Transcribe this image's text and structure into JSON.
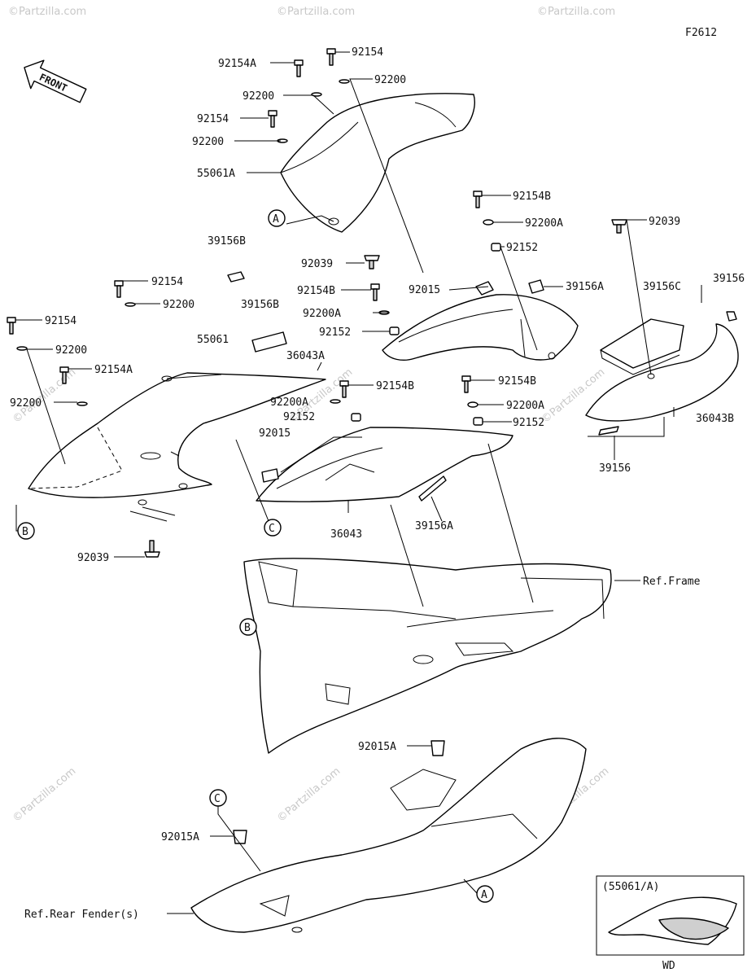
{
  "figure_code": "F2612",
  "front_label": "FRONT",
  "watermark": "©Partzilla.com",
  "inset": {
    "title": "(55061/A)",
    "caption": "WD"
  },
  "callouts": [
    {
      "id": "c1",
      "text": "92154A"
    },
    {
      "id": "c2",
      "text": "92154"
    },
    {
      "id": "c3",
      "text": "92200"
    },
    {
      "id": "c4",
      "text": "92200"
    },
    {
      "id": "c5",
      "text": "92154"
    },
    {
      "id": "c6",
      "text": "92200"
    },
    {
      "id": "c7",
      "text": "55061A"
    },
    {
      "id": "c8",
      "text": "A"
    },
    {
      "id": "c9",
      "text": "39156B"
    },
    {
      "id": "c10",
      "text": "92039"
    },
    {
      "id": "c11",
      "text": "92154B"
    },
    {
      "id": "c12",
      "text": "92200A"
    },
    {
      "id": "c13",
      "text": "92152"
    },
    {
      "id": "c14",
      "text": "92039"
    },
    {
      "id": "c15",
      "text": "92154B"
    },
    {
      "id": "c16",
      "text": "92015"
    },
    {
      "id": "c17",
      "text": "39156A"
    },
    {
      "id": "c18",
      "text": "39156C"
    },
    {
      "id": "c19",
      "text": "39156"
    },
    {
      "id": "c20",
      "text": "92154"
    },
    {
      "id": "c21",
      "text": "92200"
    },
    {
      "id": "c22",
      "text": "39156B"
    },
    {
      "id": "c23",
      "text": "92200A"
    },
    {
      "id": "c24",
      "text": "92152"
    },
    {
      "id": "c25",
      "text": "92154"
    },
    {
      "id": "c26",
      "text": "92200"
    },
    {
      "id": "c27",
      "text": "55061"
    },
    {
      "id": "c28",
      "text": "36043A"
    },
    {
      "id": "c29",
      "text": "92154A"
    },
    {
      "id": "c30",
      "text": "92154B"
    },
    {
      "id": "c31",
      "text": "92154B"
    },
    {
      "id": "c32",
      "text": "92200A"
    },
    {
      "id": "c33",
      "text": "92152"
    },
    {
      "id": "c34",
      "text": "36043B"
    },
    {
      "id": "c35",
      "text": "92200"
    },
    {
      "id": "c36",
      "text": "92200A"
    },
    {
      "id": "c37",
      "text": "92152"
    },
    {
      "id": "c38",
      "text": "92015"
    },
    {
      "id": "c39",
      "text": "39156"
    },
    {
      "id": "c40",
      "text": "B"
    },
    {
      "id": "c41",
      "text": "C"
    },
    {
      "id": "c42",
      "text": "36043"
    },
    {
      "id": "c43",
      "text": "39156A"
    },
    {
      "id": "c44",
      "text": "92039"
    },
    {
      "id": "c45",
      "text": "Ref.Frame"
    },
    {
      "id": "c46",
      "text": "B"
    },
    {
      "id": "c47",
      "text": "92015A"
    },
    {
      "id": "c48",
      "text": "C"
    },
    {
      "id": "c49",
      "text": "92015A"
    },
    {
      "id": "c50",
      "text": "Ref.Rear Fender(s)"
    },
    {
      "id": "c51",
      "text": "A"
    }
  ]
}
